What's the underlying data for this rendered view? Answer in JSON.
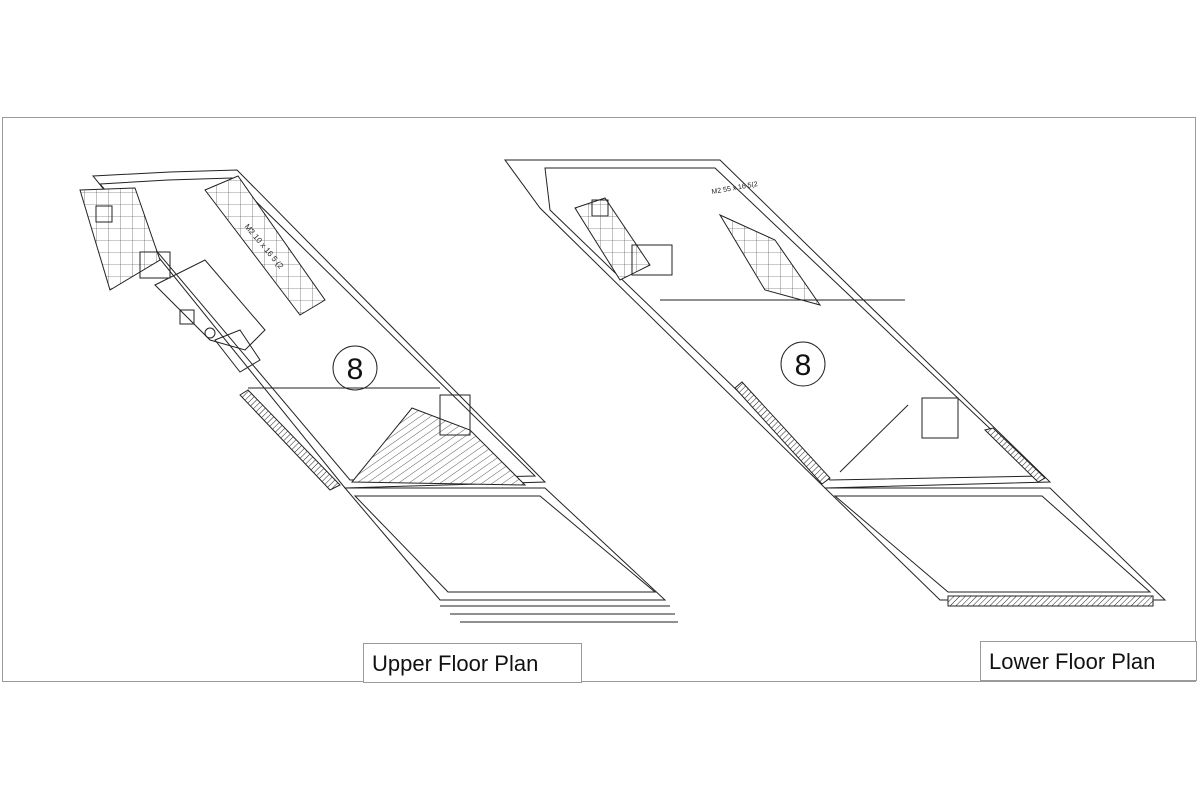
{
  "plans": [
    {
      "id": "upper",
      "title": "Upper Floor Plan",
      "unit_number": "8",
      "dimension_note": "M2 10 x 16 5 (2"
    },
    {
      "id": "lower",
      "title": "Lower Floor Plan",
      "unit_number": "8",
      "dimension_note": "M2 55 x 16 5(2"
    }
  ],
  "colors": {
    "line": "#222222",
    "frame": "#9a9a9a",
    "paper": "#ffffff"
  }
}
